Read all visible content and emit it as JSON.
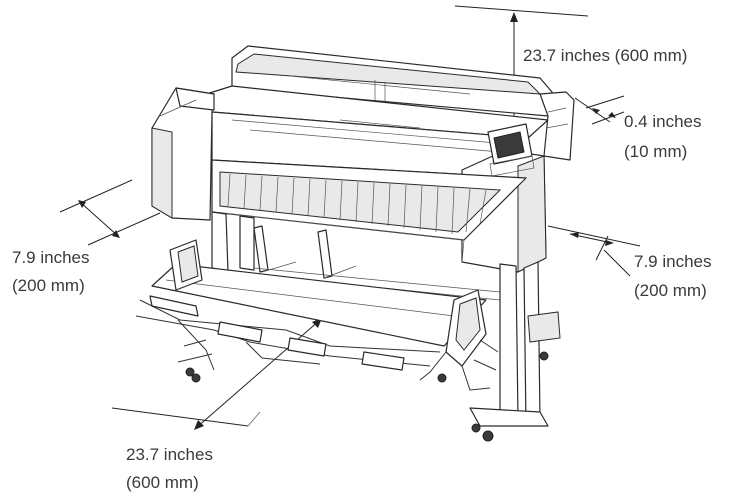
{
  "labels": {
    "top_clearance": "23.7 inches (600 mm)",
    "rear_clearance_line1": "0.4 inches",
    "rear_clearance_line2": "(10 mm)",
    "left_clearance_line1": "7.9 inches",
    "left_clearance_line2": "(200 mm)",
    "right_clearance_line1": "7.9 inches",
    "right_clearance_line2": "(200 mm)",
    "front_clearance_line1": "23.7 inches",
    "front_clearance_line2": "(600 mm)"
  },
  "colors": {
    "line": "#333333",
    "text": "#3a3a3a",
    "printer_body": "#ffffff",
    "printer_shade": "#e9e9e9"
  }
}
